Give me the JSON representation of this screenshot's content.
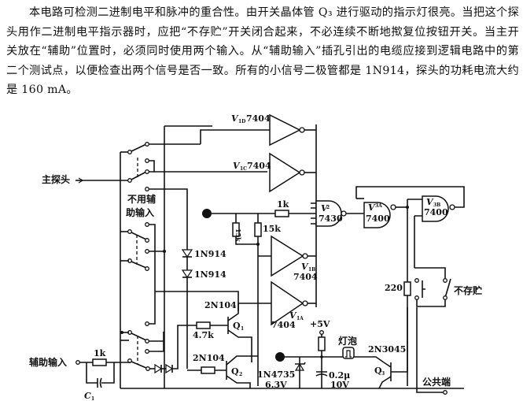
{
  "description": "本电路可检测二进制电平和脉冲的重合性。由开关晶体管 Q₃ 进行驱动的指示灯很亮。当把这个探头用作二进制电平指示器时，应把“不存贮”开关闭合起来，不必连续不断地揿复位按钮开关。当主开关放在“辅助”位置时，必须同时使用两个输入。从“辅助输入”插孔引出的电缆应接到逻辑电路中的第二个测试点，以便检查出两个信号是否一致。所有的小信号二极管都是 1N914，探头的功耗电流大约是 160 mA。",
  "diagram": {
    "labels": {
      "main_probe": "主探头",
      "aux_unused_1": "不用辅",
      "aux_unused_2": "助输入",
      "aux_input": "辅助输入",
      "no_store": "不存贮",
      "lamp": "灯泡",
      "common": "公共端",
      "plus5v": "+5V",
      "c1": "C",
      "c1_sub": "1"
    },
    "gates": {
      "v1d": {
        "name": "V",
        "sub": "1D",
        "part": "7404"
      },
      "v1c": {
        "name": "V",
        "sub": "1C",
        "part": "7404"
      },
      "v1b": {
        "name": "V",
        "sub": "1B",
        "part": "7404"
      },
      "v1a": {
        "name": "V",
        "sub": "1A",
        "part": "7404"
      },
      "v2": {
        "name": "V",
        "sub": "2",
        "part": "7430"
      },
      "v3a": {
        "name": "V",
        "sub": "3A",
        "part": "7400"
      },
      "v3b": {
        "name": "V",
        "sub": "3B",
        "part": "7400"
      }
    },
    "components": {
      "r_1k_top": "1k",
      "r_15k_a": "15k",
      "r_15k_b": "15k",
      "d1": "1N914",
      "d2": "1N914",
      "q1_part": "2N104",
      "q1_name": "Q",
      "q1_sub": "1",
      "q2_part": "2N104",
      "q2_name": "Q",
      "q2_sub": "2",
      "r_4_7k": "4.7k",
      "r_1k_aux": "1k",
      "r_220": "220",
      "zener_part": "1N4735",
      "zener_v": "6.3V",
      "cap_val": "0.2μ",
      "cap_v": "10V",
      "q3_part": "2N3045",
      "q3_name": "Q",
      "q3_sub": "3"
    }
  }
}
